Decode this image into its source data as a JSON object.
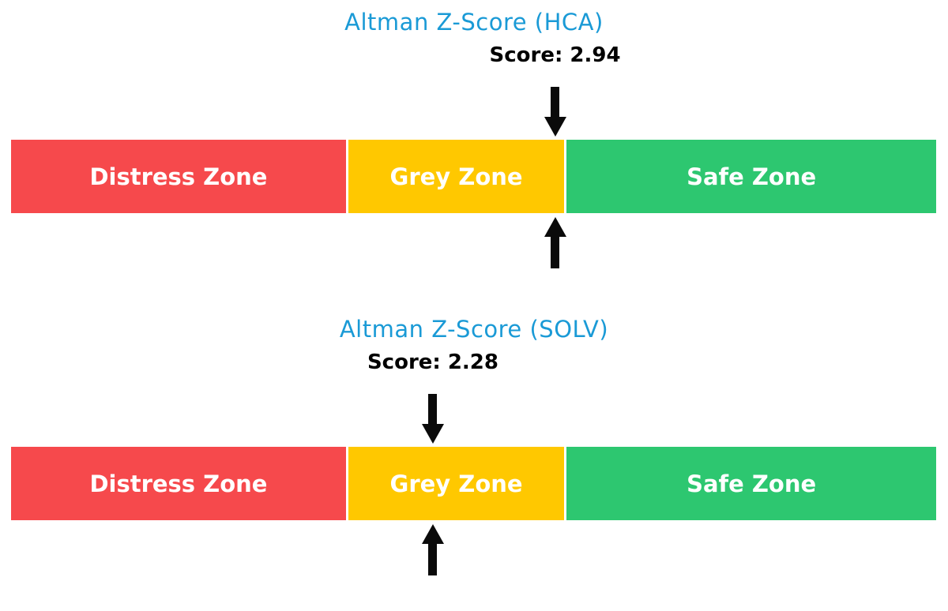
{
  "colors": {
    "title_blue": "#1a9ad6",
    "score_text": "#000000",
    "arrow_black": "#0a0a0a",
    "distress_red": "#f6494c",
    "grey_yellow": "#ffc800",
    "safe_green": "#2dc770",
    "zone_label_white": "#ffffff",
    "background": "#ffffff"
  },
  "charts": [
    {
      "title": "Altman Z-Score (HCA)",
      "ticker": "HCA",
      "score": 2.94,
      "score_label": "Score: 2.94",
      "zones": [
        {
          "label": "Distress Zone"
        },
        {
          "label": "Grey Zone"
        },
        {
          "label": "Safe Zone"
        }
      ]
    },
    {
      "title": "Altman Z-Score (SOLV)",
      "ticker": "SOLV",
      "score": 2.28,
      "score_label": "Score: 2.28",
      "zones": [
        {
          "label": "Distress Zone"
        },
        {
          "label": "Grey Zone"
        },
        {
          "label": "Safe Zone"
        }
      ]
    }
  ],
  "chart_data": [
    {
      "type": "bar",
      "title": "Altman Z-Score (HCA)",
      "score": 2.94,
      "score_marker": "double-arrow",
      "xlim": [
        0,
        5
      ],
      "zones": [
        {
          "label": "Distress Zone",
          "range": [
            0,
            1.81
          ],
          "color": "#f6494c"
        },
        {
          "label": "Grey Zone",
          "range": [
            1.81,
            2.99
          ],
          "color": "#ffc800"
        },
        {
          "label": "Safe Zone",
          "range": [
            2.99,
            5
          ],
          "color": "#2dc770"
        }
      ]
    },
    {
      "type": "bar",
      "title": "Altman Z-Score (SOLV)",
      "score": 2.28,
      "score_marker": "double-arrow",
      "xlim": [
        0,
        5
      ],
      "zones": [
        {
          "label": "Distress Zone",
          "range": [
            0,
            1.81
          ],
          "color": "#f6494c"
        },
        {
          "label": "Grey Zone",
          "range": [
            1.81,
            2.99
          ],
          "color": "#ffc800"
        },
        {
          "label": "Safe Zone",
          "range": [
            2.99,
            5
          ],
          "color": "#2dc770"
        }
      ]
    }
  ]
}
